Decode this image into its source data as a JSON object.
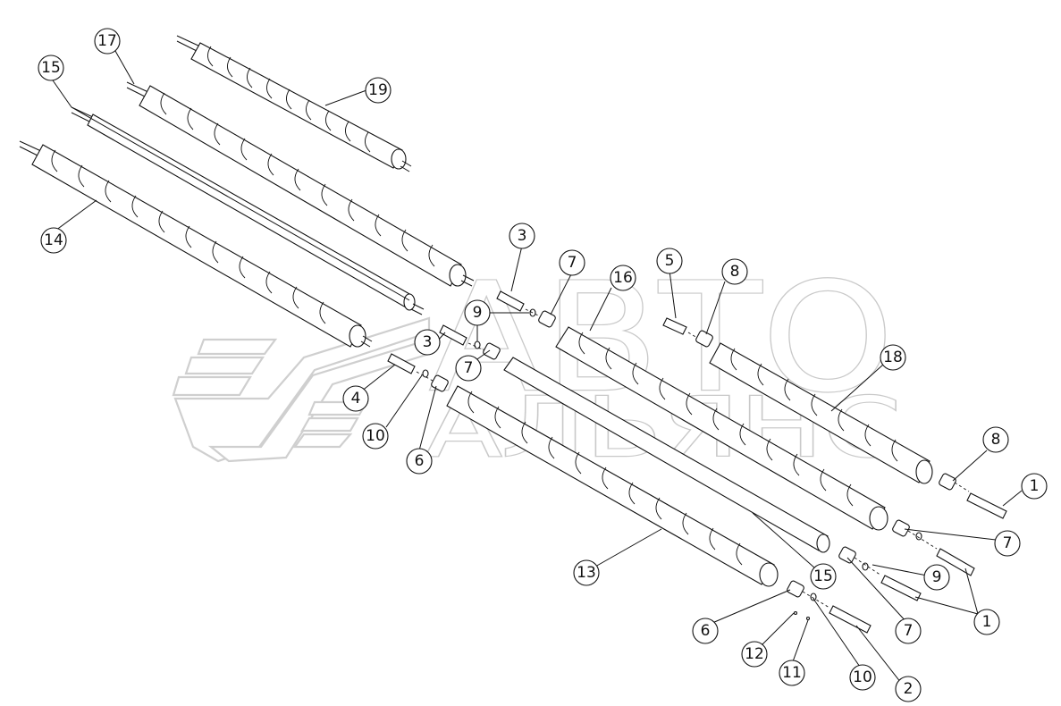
{
  "watermark": {
    "word_top": "АВТО",
    "word_bottom": "АЛЬЯНС"
  },
  "callouts": {
    "c1a": "1",
    "c1b": "1",
    "c2": "2",
    "c3a": "3",
    "c3b": "3",
    "c4": "4",
    "c5": "5",
    "c6a": "6",
    "c6b": "6",
    "c7a": "7",
    "c7b": "7",
    "c7c": "7",
    "c7d": "7",
    "c8a": "8",
    "c8b": "8",
    "c9a": "9",
    "c9b": "9",
    "c10a": "10",
    "c10b": "10",
    "c11": "11",
    "c12": "12",
    "c13": "13",
    "c14": "14",
    "c15a": "15",
    "c15b": "15",
    "c16": "16",
    "c17": "17",
    "c18": "18",
    "c19": "19"
  }
}
